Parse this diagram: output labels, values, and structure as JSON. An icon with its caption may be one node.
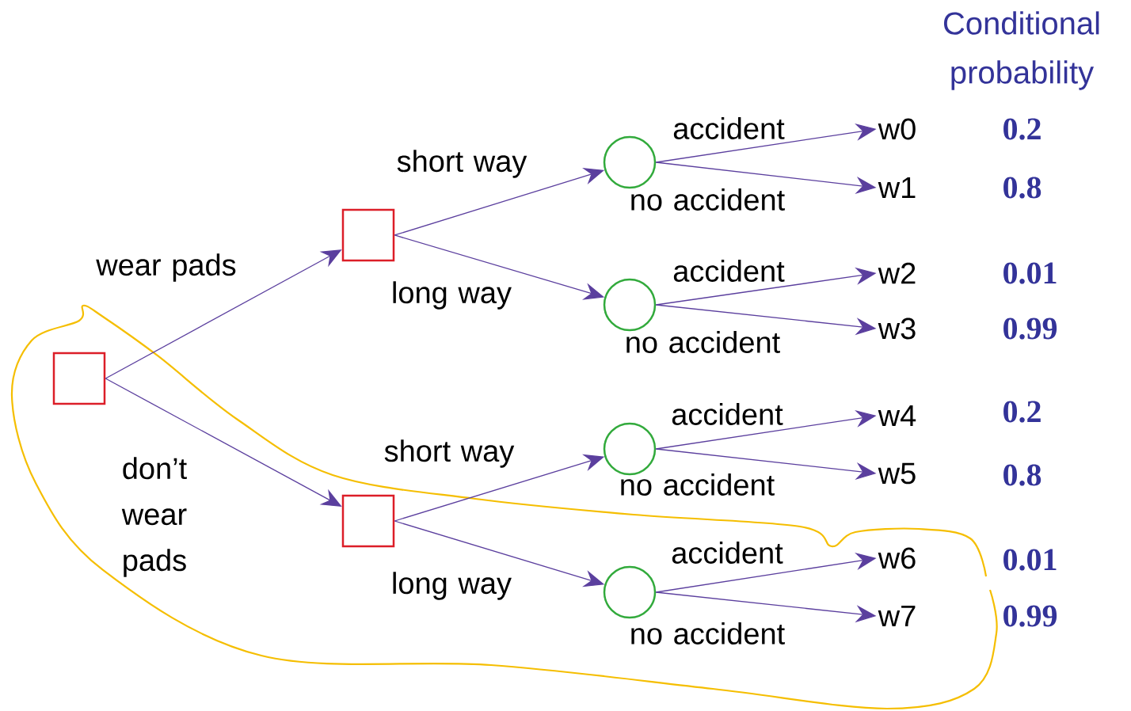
{
  "diagram": {
    "title": "Conditional probability",
    "nodes": [
      {
        "text": [],
        "shape": "box"
      },
      {
        "text": [],
        "shape": "box"
      },
      {
        "text": [],
        "shape": "box"
      },
      {
        "text": [],
        "shape": "circle"
      },
      {
        "text": [],
        "shape": "circle"
      },
      {
        "text": [],
        "shape": "circle"
      },
      {
        "text": [],
        "shape": "circle"
      },
      {
        "text": [
          "w0"
        ]
      },
      {
        "text": [
          "w1"
        ]
      },
      {
        "text": [
          "w2"
        ]
      },
      {
        "text": [
          "w3"
        ]
      },
      {
        "text": [
          "w4"
        ]
      },
      {
        "text": [
          "w5"
        ]
      },
      {
        "text": [
          "w6"
        ]
      },
      {
        "text": [
          "w7"
        ]
      }
    ],
    "edges": [
      {
        "from": 0,
        "to": 1,
        "arrow": "to",
        "label": "wear pads"
      },
      {
        "from": 0,
        "to": 2,
        "arrow": "to",
        "label": "don’t wear pads"
      },
      {
        "from": 1,
        "to": 3,
        "arrow": "to",
        "label": "short way"
      },
      {
        "from": 1,
        "to": 4,
        "arrow": "to",
        "label": "long way"
      },
      {
        "from": 2,
        "to": 5,
        "arrow": "to",
        "label": "short way"
      },
      {
        "from": 2,
        "to": 6,
        "arrow": "to",
        "label": "long way"
      },
      {
        "from": 3,
        "to": 7,
        "arrow": "to",
        "label": "accident"
      },
      {
        "from": 3,
        "to": 8,
        "arrow": "to",
        "label": "no accident"
      },
      {
        "from": 4,
        "to": 9,
        "arrow": "to",
        "label": "accident"
      },
      {
        "from": 4,
        "to": 10,
        "arrow": "to",
        "label": "no accident"
      },
      {
        "from": 5,
        "to": 11,
        "arrow": "to",
        "label": "accident"
      },
      {
        "from": 5,
        "to": 12,
        "arrow": "to",
        "label": "no accident"
      },
      {
        "from": 6,
        "to": 13,
        "arrow": "to",
        "label": "accident"
      },
      {
        "from": 6,
        "to": 14,
        "arrow": "to",
        "label": "no accident"
      }
    ],
    "labels": [
      "0.2",
      "0.8",
      "0.01",
      "0.99",
      "0.2",
      "0.8",
      "0.01",
      "0.99"
    ]
  }
}
